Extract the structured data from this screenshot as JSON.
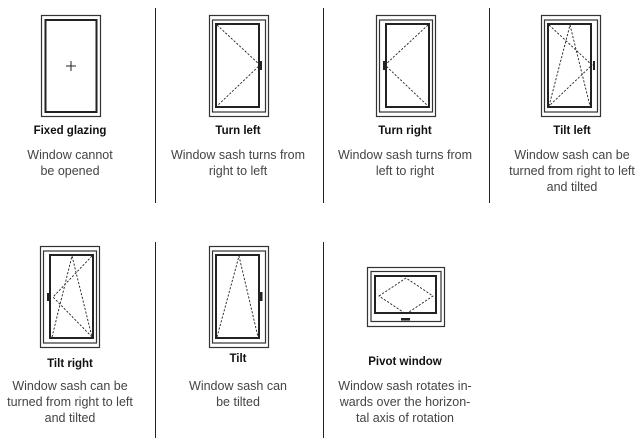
{
  "items": [
    {
      "title": "Fixed glazing",
      "desc": "Window cannot\nbe opened",
      "icon": "fixed-window-icon"
    },
    {
      "title": "Turn left",
      "desc": "Window sash turns from\nright to left",
      "icon": "turn-left-window-icon"
    },
    {
      "title": "Turn right",
      "desc": "Window sash turns from\nleft to right",
      "icon": "turn-right-window-icon"
    },
    {
      "title": "Tilt left",
      "desc": "Window sash can be\nturned from right to left\nand tilted",
      "icon": "tilt-left-window-icon"
    },
    {
      "title": "Tilt right",
      "desc": "Window sash can be\nturned from right to left\nand tilted",
      "icon": "tilt-right-window-icon"
    },
    {
      "title": "Tilt",
      "desc": "Window sash can\nbe tilted",
      "icon": "tilt-window-icon"
    },
    {
      "title": "Pivot window",
      "desc": "Window sash rotates in-\nwards over the horizon-\ntal axis of rotation",
      "icon": "pivot-window-icon"
    }
  ]
}
